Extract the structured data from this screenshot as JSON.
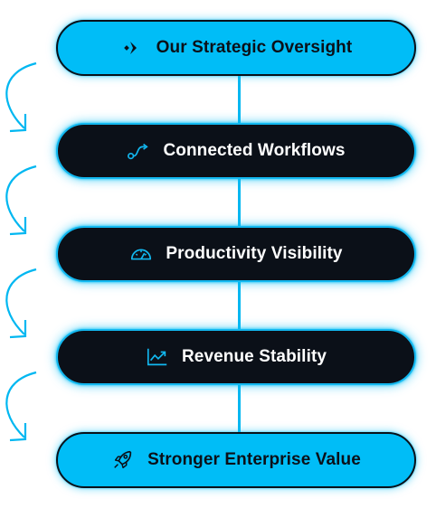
{
  "diagram": {
    "steps": [
      {
        "label": "Our Strategic Oversight",
        "icon": "chevron-diamond-icon",
        "style": "accent"
      },
      {
        "label": "Connected Workflows",
        "icon": "workflow-path-icon",
        "style": "dark"
      },
      {
        "label": "Productivity Visibility",
        "icon": "speedometer-icon",
        "style": "dark"
      },
      {
        "label": "Revenue Stability",
        "icon": "trend-chart-icon",
        "style": "dark"
      },
      {
        "label": "Stronger Enterprise Value",
        "icon": "rocket-icon",
        "style": "accent"
      }
    ],
    "colors": {
      "accent": "#00bdf7",
      "dark": "#0b1018",
      "connector": "#00b7f1",
      "arrow": "#00b7f1"
    }
  }
}
